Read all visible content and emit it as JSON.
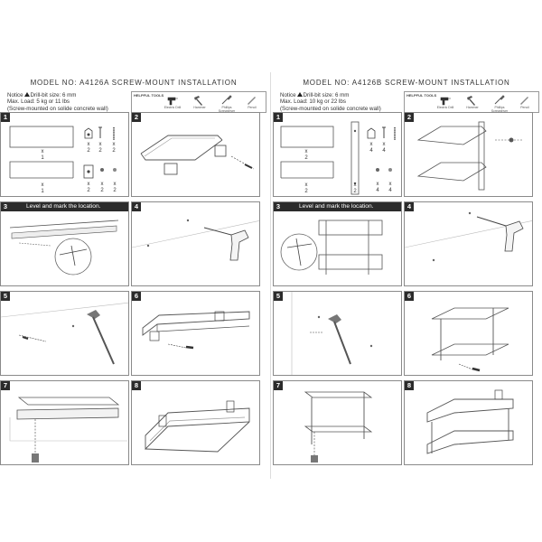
{
  "left": {
    "model": "MODEL NO: A4126A   SCREW-MOUNT INSTALLATION",
    "notice_prefix": "Notice",
    "notice_drill": "Drill-bit size: 6 mm",
    "max_load": "Max. Load: 5 kg or 11 lbs",
    "mount_note": "(Screw-mounted on solide concrete wall)",
    "tools_title": "HELPFUL TOOLS",
    "tools": [
      "Electric Drill",
      "Hammer",
      "Phillips Screwdriver",
      "Pencil"
    ],
    "step_numbers": [
      "1",
      "2",
      "3",
      "4",
      "5",
      "6",
      "7",
      "8"
    ],
    "banner": "Level and mark the location.",
    "qty": {
      "a_x": "x",
      "a_n": "1",
      "b_x": "x",
      "b_n": "1",
      "c1_x": "x",
      "c1_n": "2",
      "c2_x": "x",
      "c2_n": "2",
      "c3_x": "x",
      "c3_n": "2",
      "d1_x": "x",
      "d1_n": "2",
      "d2_x": "x",
      "d2_n": "2",
      "d3_x": "x",
      "d3_n": "2"
    }
  },
  "right": {
    "model": "MODEL NO: A4126B   SCREW-MOUNT INSTALLATION",
    "notice_prefix": "Notice",
    "notice_drill": "Drill-bit size: 6 mm",
    "max_load": "Max. Load: 10 kg or 22 lbs",
    "mount_note": "(Screw-mounted on solide concrete wall)",
    "tools_title": "HELPFUL TOOLS",
    "tools": [
      "Electric Drill",
      "Hammer",
      "Phillips Screwdriver",
      "Pencil"
    ],
    "step_numbers": [
      "1",
      "2",
      "3",
      "4",
      "5",
      "6",
      "7",
      "8"
    ],
    "banner": "Level and mark the location.",
    "qty": {
      "a_x": "x",
      "a_n": "2",
      "b_x": "x",
      "b_n": "2",
      "e_x": "x",
      "e_n": "2",
      "c1_x": "x",
      "c1_n": "4",
      "c2_x": "x",
      "c2_n": "4",
      "d1_x": "x",
      "d1_n": "4",
      "d2_x": "x",
      "d2_n": "4"
    }
  }
}
